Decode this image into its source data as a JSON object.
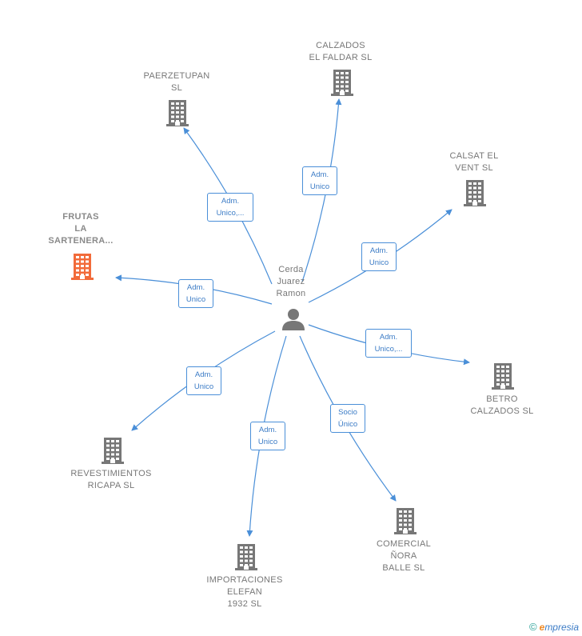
{
  "center": {
    "label": "Cerda\nJuarez\nRamon"
  },
  "companies": [
    {
      "id": "paerzetupan",
      "label": "PAERZETUPAN\nSL",
      "highlight": false
    },
    {
      "id": "calzados-faldar",
      "label": "CALZADOS\nEL FALDAR  SL",
      "highlight": false
    },
    {
      "id": "calsat-vent",
      "label": "CALSAT EL\nVENT  SL",
      "highlight": false
    },
    {
      "id": "frutas-sartenera",
      "label": "FRUTAS\nLA\nSARTENERA...",
      "highlight": true
    },
    {
      "id": "betro-calzados",
      "label": "BETRO\nCALZADOS  SL",
      "highlight": false
    },
    {
      "id": "revestimientos-ricapa",
      "label": "REVESTIMIENTOS\nRICAPA SL",
      "highlight": false
    },
    {
      "id": "importaciones-elefan",
      "label": "IMPORTACIONES\nELEFAN\n1932  SL",
      "highlight": false
    },
    {
      "id": "comercial-nora",
      "label": "COMERCIAL\nÑORA\nBALLE  SL",
      "highlight": false
    }
  ],
  "edges": [
    {
      "to": "paerzetupan",
      "label": "Adm.\nUnico,..."
    },
    {
      "to": "calzados-faldar",
      "label": "Adm.\nUnico"
    },
    {
      "to": "calsat-vent",
      "label": "Adm.\nUnico"
    },
    {
      "to": "frutas-sartenera",
      "label": "Adm.\nUnico"
    },
    {
      "to": "betro-calzados",
      "label": "Adm.\nUnico,..."
    },
    {
      "to": "revestimientos-ricapa",
      "label": "Adm.\nUnico"
    },
    {
      "to": "importaciones-elefan",
      "label": "Adm.\nUnico"
    },
    {
      "to": "comercial-nora",
      "label": "Socio\nÚnico"
    }
  ],
  "footer": {
    "copyright": "©",
    "brand_e": "e",
    "brand_rest": "mpresia"
  },
  "colors": {
    "edge": "#4a8fd8",
    "building": "#777777",
    "building_highlight": "#f26b3a",
    "person": "#777777"
  }
}
